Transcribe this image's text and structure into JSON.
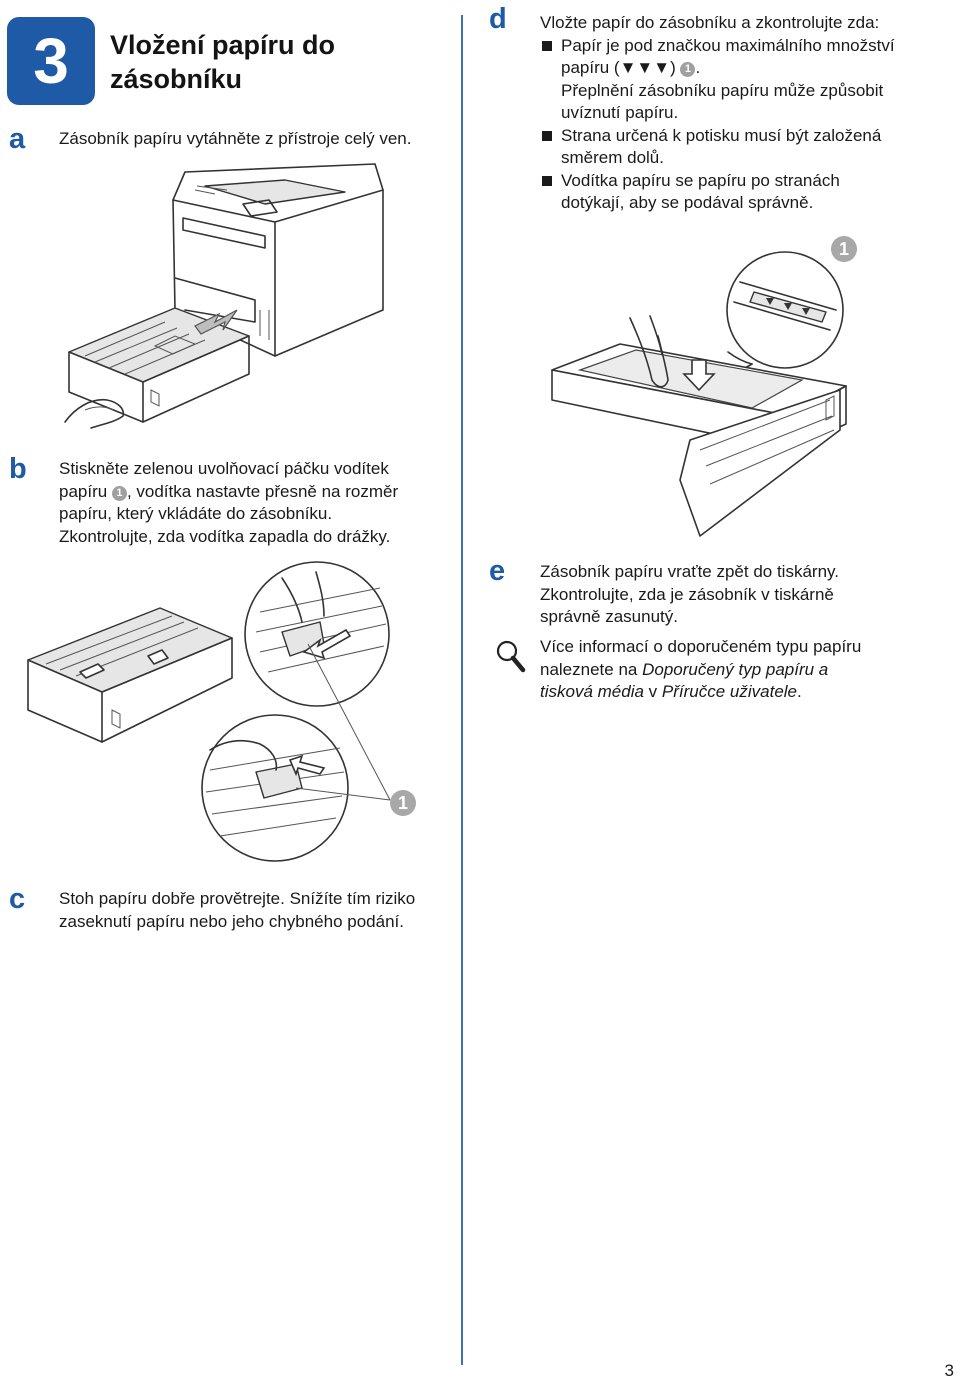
{
  "section": {
    "number": "3",
    "title_line1": "Vložení papíru do",
    "title_line2": "zásobníku"
  },
  "steps": {
    "a": {
      "letter": "a",
      "text": "Zásobník papíru vytáhněte z přístroje celý ven."
    },
    "b": {
      "letter": "b",
      "line1_before": "Stiskněte zelenou uvolňovací páčku vodítek",
      "line2_before": "papíru",
      "callout": "1",
      "line2_after": ", vodítka nastavte přesně na rozměr",
      "line3": "papíru, který vkládáte do zásobníku.",
      "line4": "Zkontrolujte, zda vodítka zapadla do drážky."
    },
    "c": {
      "letter": "c",
      "line1": "Stoh papíru dobře provětrejte. Snížíte tím riziko",
      "line2": "zaseknutí papíru nebo jeho chybného podání."
    },
    "d": {
      "letter": "d",
      "intro": "Vložte papír do zásobníku a zkontrolujte zda:",
      "bullet1_line1": "Papír je pod značkou maximálního množství",
      "bullet1_line2_before": "papíru (▼▼▼)",
      "bullet1_callout": "1",
      "bullet1_line2_after": ".",
      "bullet1_line3": "Přeplnění zásobníku papíru může způsobit",
      "bullet1_line4": "uvíznutí papíru.",
      "bullet2_line1": "Strana určená k potisku musí být založená",
      "bullet2_line2": "směrem dolů.",
      "bullet3_line1": "Vodítka papíru se papíru po stranách",
      "bullet3_line2": "dotýkají, aby se podával správně."
    },
    "e": {
      "letter": "e",
      "line1": "Zásobník papíru vraťte zpět do tiskárny.",
      "line2": "Zkontrolujte, zda je zásobník v tiskárně",
      "line3": "správně zasunutý."
    }
  },
  "note": {
    "icon": "magnifier-icon",
    "line1": "Více informací o doporučeném typu papíru",
    "line2_before": "naleznete na ",
    "line2_italic": "Doporučený typ papíru a",
    "line3_italic1": "tisková média",
    "line3_mid": " v ",
    "line3_italic2": "Příručce uživatele",
    "line3_end": "."
  },
  "figure_callouts": {
    "fig_d": "1",
    "fig_b": "1"
  },
  "page_number": "3",
  "colors": {
    "accent": "#1f5aa6",
    "callout_gray": "#a0a0a0"
  }
}
